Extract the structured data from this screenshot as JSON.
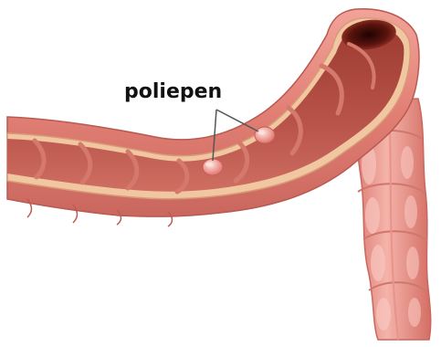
{
  "diagram": {
    "label": "poliepen",
    "colors": {
      "outer_wall": "#e88a80",
      "outer_wall_shadow": "#c9675e",
      "rim": "#f0c7a0",
      "rim_dark": "#d89a78",
      "inner_lumen": "#a8453a",
      "inner_fold": "#c05a4c",
      "inner_deep": "#3a0a08",
      "polyp": "#ee9a95",
      "polyp_highlight": "#fbe2de",
      "leader_line": "#555555"
    },
    "polyps": [
      {
        "name": "polyp-upper"
      },
      {
        "name": "polyp-lower"
      }
    ]
  }
}
